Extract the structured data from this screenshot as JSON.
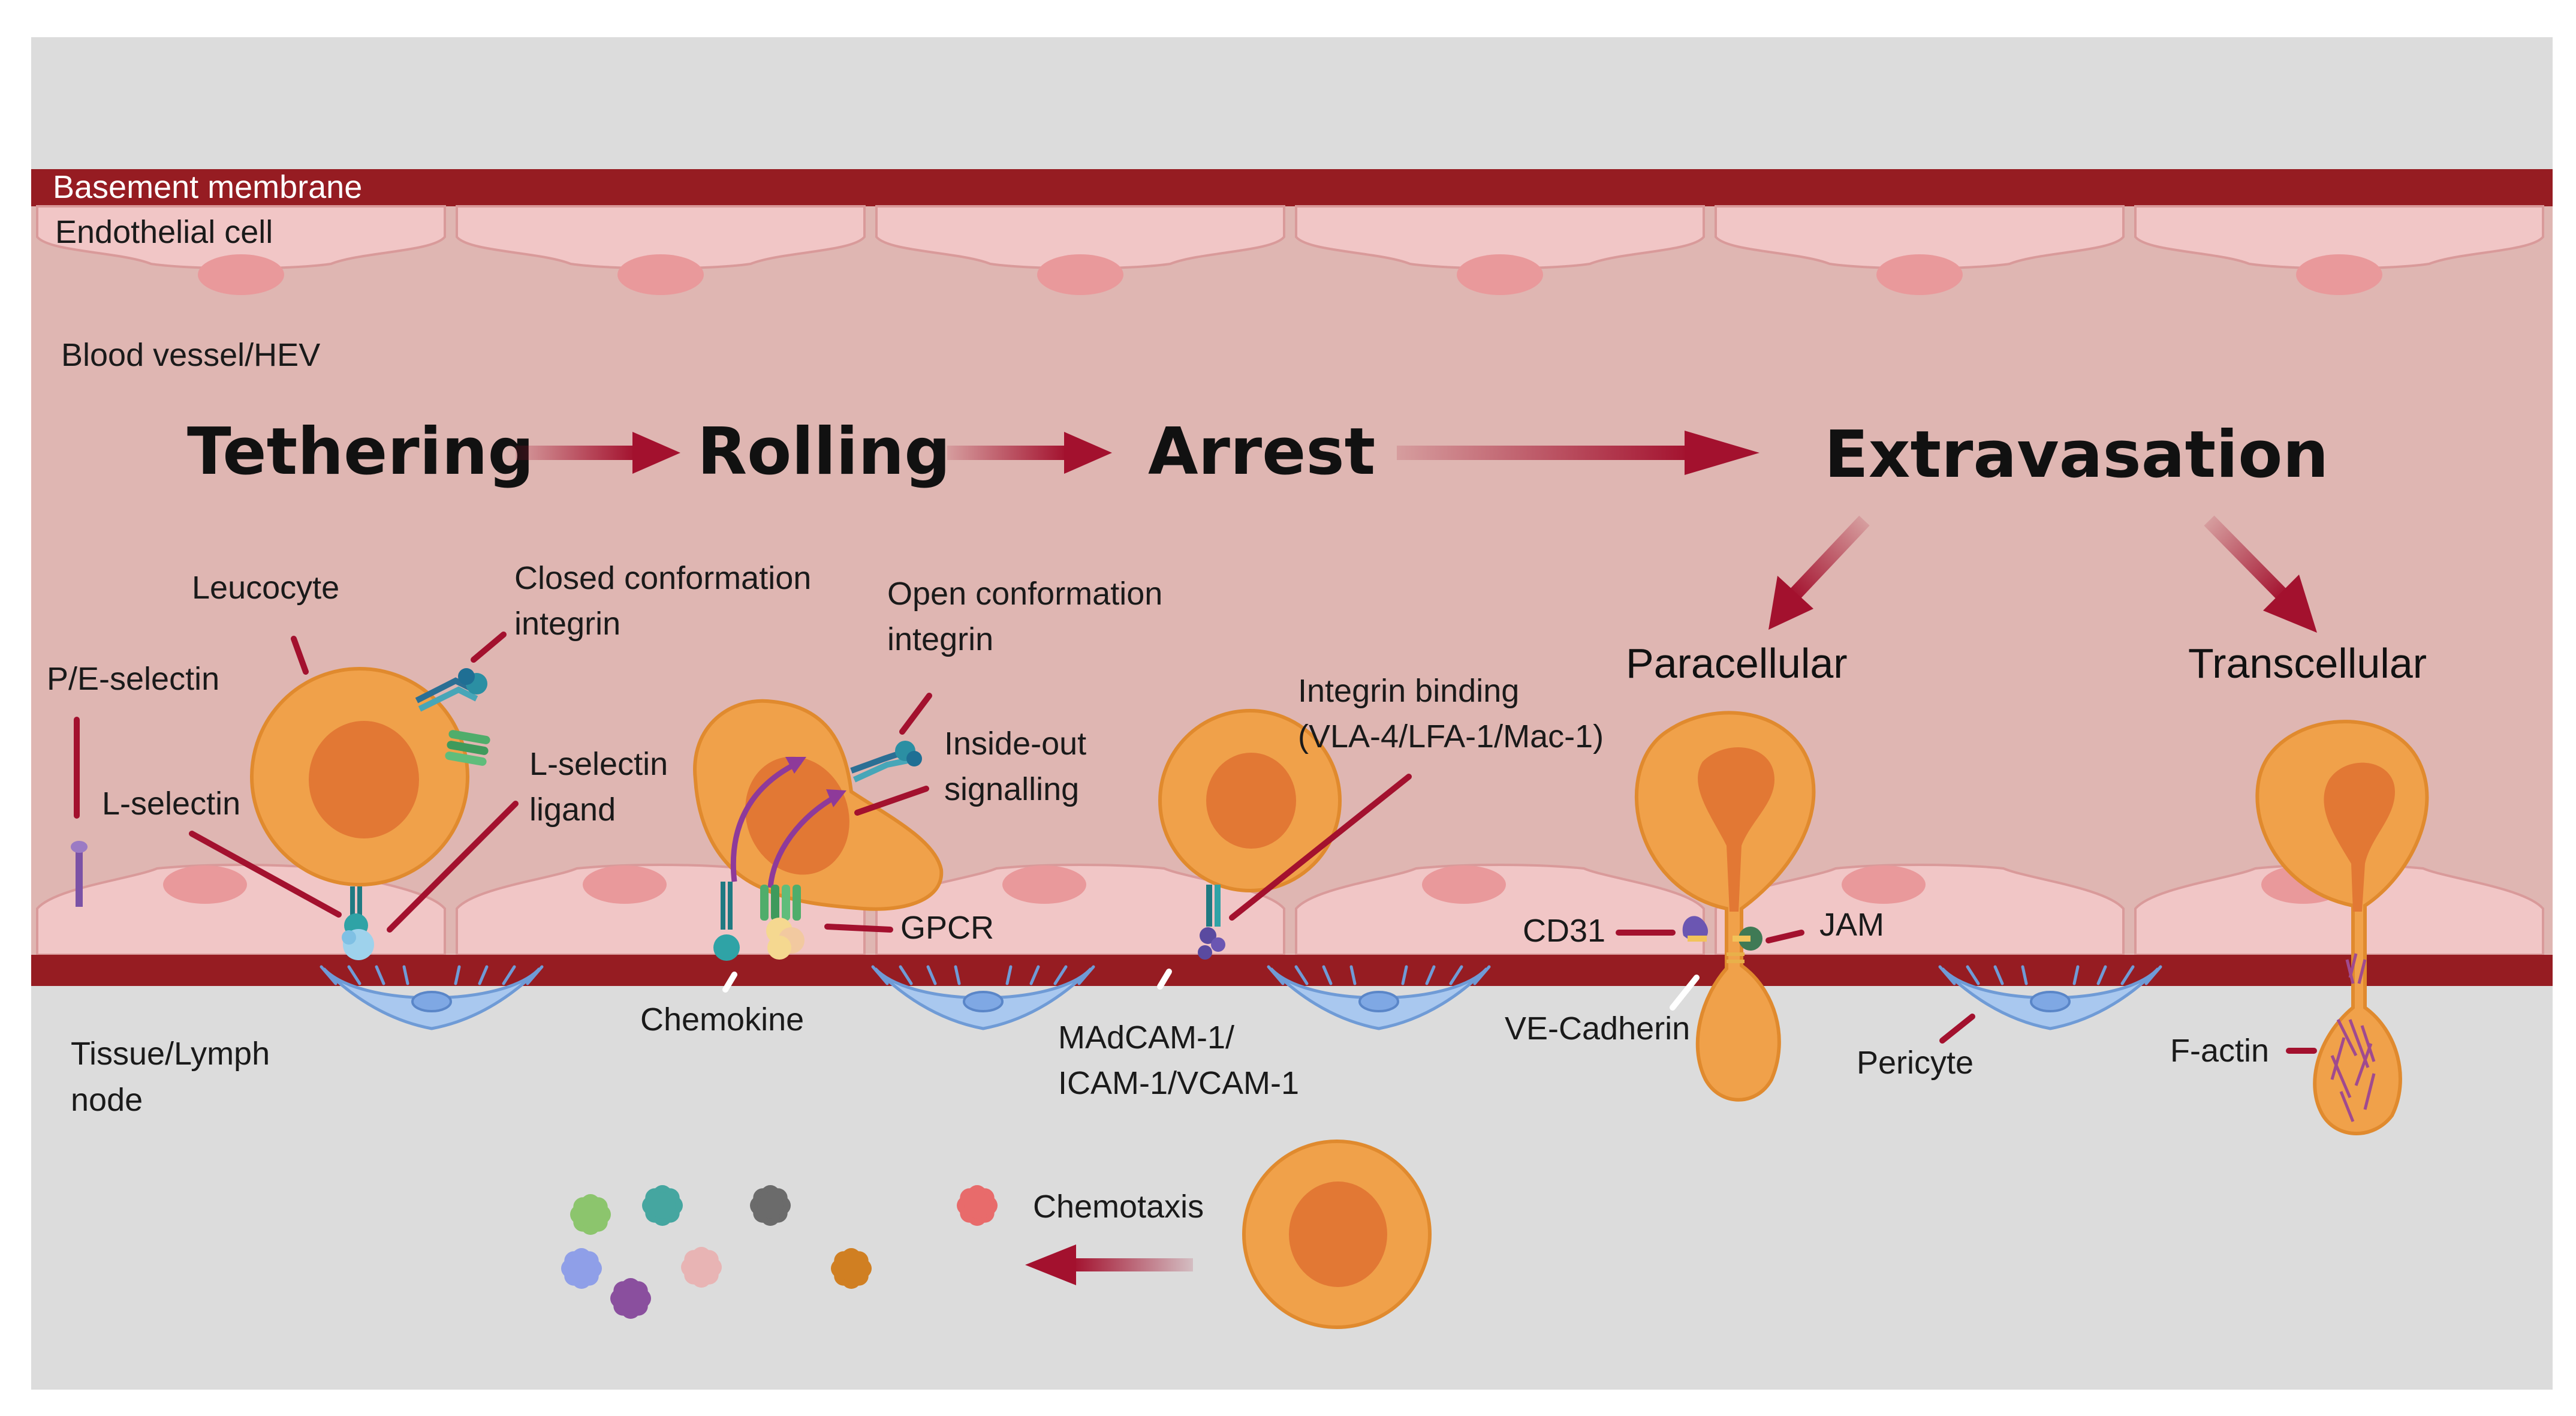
{
  "labels": {
    "basement_membrane": "Basement membrane",
    "endothelial_cell": "Endothelial cell",
    "blood_vessel": "Blood vessel/HEV",
    "tissue_line1": "Tissue/Lymph",
    "tissue_line2": "node"
  },
  "stages": [
    "Tethering",
    "Rolling",
    "Arrest",
    "Extravasation"
  ],
  "routes": {
    "paracellular": "Paracellular",
    "transcellular": "Transcellular"
  },
  "annotations": {
    "leucocyte": "Leucocyte",
    "closed_integrin_1": "Closed conformation",
    "closed_integrin_2": "integrin",
    "pe_selectin": "P/E-selectin",
    "l_selectin": "L-selectin",
    "l_selectin_ligand_1": "L-selectin",
    "l_selectin_ligand_2": "ligand",
    "open_integrin_1": "Open conformation",
    "open_integrin_2": "integrin",
    "inside_out_1": "Inside-out",
    "inside_out_2": "signalling",
    "gpcr": "GPCR",
    "chemokine": "Chemokine",
    "integrin_binding_1": "Integrin binding",
    "integrin_binding_2": "(VLA-4/LFA-1/Mac-1)",
    "madcam_1": "MAdCAM-1/",
    "madcam_2": "ICAM-1/VCAM-1",
    "cd31": "CD31",
    "jam": "JAM",
    "ve_cadherin": "VE-Cadherin",
    "pericyte": "Pericyte",
    "f_actin": "F-actin",
    "chemotaxis": "Chemotaxis"
  },
  "colors": {
    "background": "#dcdcdc",
    "vessel": "#dfb6b2",
    "membrane": "#961c22",
    "endothelium": "#f1c6c6",
    "nucleus_endo": "#e9999b",
    "leucocyte": "#f0a14a",
    "leucocyte_nucleus": "#e27834",
    "pericyte": "#a9c8ef",
    "arrow": "#a3112e",
    "signal_arrow": "#8e3a9a"
  },
  "chemokine_dots": [
    "#8cc56d",
    "#45a6a0",
    "#6b6b6b",
    "#e86b6b",
    "#8f9fe8",
    "#e8b4b4",
    "#d07f22",
    "#8a4f9e"
  ]
}
